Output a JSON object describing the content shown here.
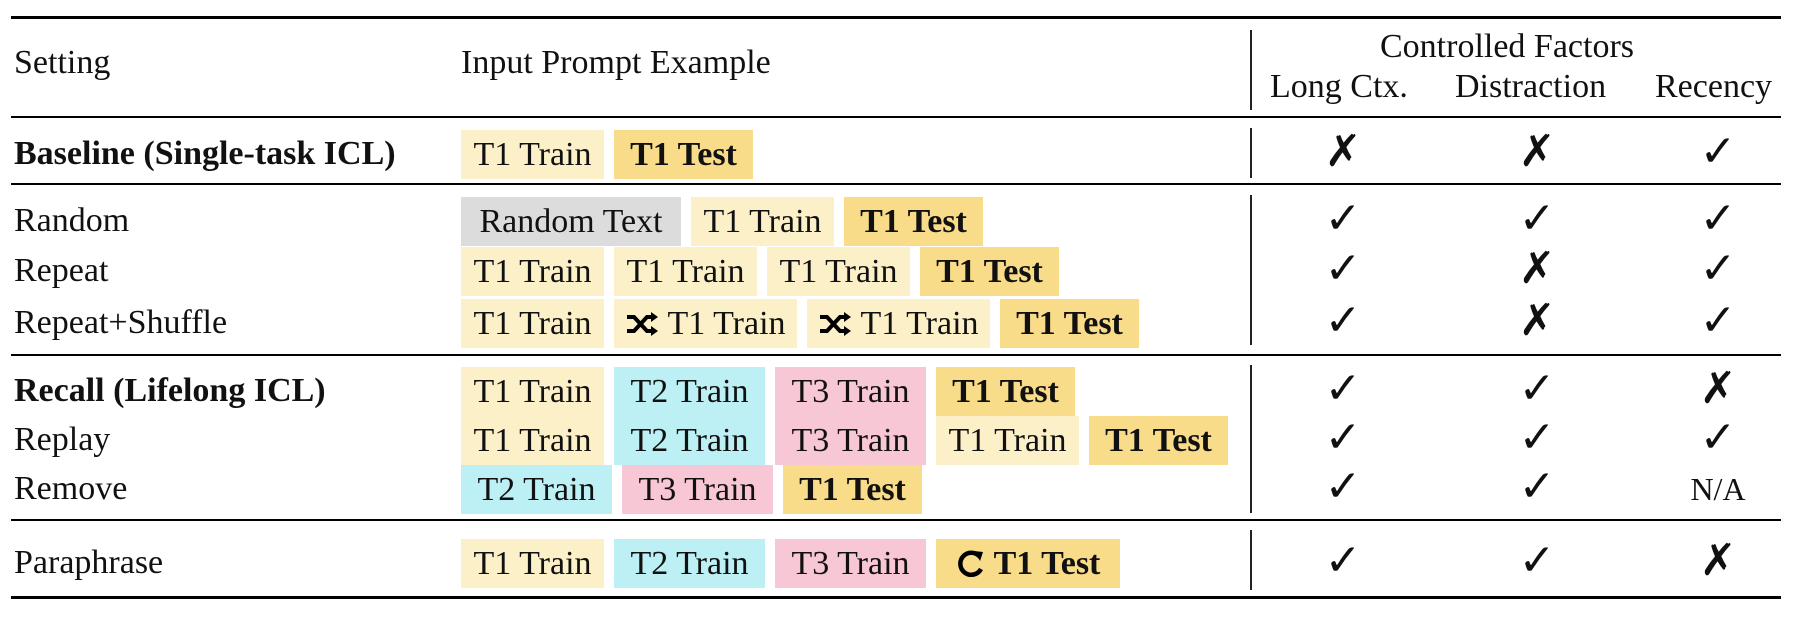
{
  "header": {
    "setting": "Setting",
    "prompt": "Input Prompt Example",
    "factors_group": "Controlled Factors",
    "long_ctx": "Long Ctx.",
    "distraction": "Distraction",
    "recency": "Recency"
  },
  "rows": [
    {
      "label": "Baseline (Single-task ICL)",
      "bold": true,
      "blocks": [
        {
          "text": "T1 Train",
          "kind": "train1"
        },
        {
          "text": "T1 Test",
          "kind": "test"
        }
      ],
      "marks": [
        "✗",
        "✗",
        "✓"
      ]
    },
    {
      "label": "Random",
      "bold": false,
      "blocks": [
        {
          "text": "Random Text",
          "kind": "random"
        },
        {
          "text": "T1 Train",
          "kind": "train1"
        },
        {
          "text": "T1 Test",
          "kind": "test"
        }
      ],
      "marks": [
        "✓",
        "✓",
        "✓"
      ]
    },
    {
      "label": "Repeat",
      "bold": false,
      "blocks": [
        {
          "text": "T1 Train",
          "kind": "train1"
        },
        {
          "text": "T1 Train",
          "kind": "train1"
        },
        {
          "text": "T1 Train",
          "kind": "train1"
        },
        {
          "text": "T1 Test",
          "kind": "test"
        }
      ],
      "marks": [
        "✓",
        "✗",
        "✓"
      ]
    },
    {
      "label": "Repeat+Shuffle",
      "bold": false,
      "blocks": [
        {
          "text": "T1 Train",
          "kind": "train1"
        },
        {
          "text": "T1 Train",
          "kind": "train1",
          "icon": "shuffle-icon"
        },
        {
          "text": "T1 Train",
          "kind": "train1",
          "icon": "shuffle-icon"
        },
        {
          "text": "T1 Test",
          "kind": "test"
        }
      ],
      "marks": [
        "✓",
        "✗",
        "✓"
      ]
    },
    {
      "label": "Recall (Lifelong ICL)",
      "bold": true,
      "blocks": [
        {
          "text": "T1 Train",
          "kind": "train1"
        },
        {
          "text": "T2 Train",
          "kind": "train2"
        },
        {
          "text": "T3 Train",
          "kind": "train3"
        },
        {
          "text": "T1 Test",
          "kind": "test"
        }
      ],
      "marks": [
        "✓",
        "✓",
        "✗"
      ]
    },
    {
      "label": "Replay",
      "bold": false,
      "blocks": [
        {
          "text": "T1 Train",
          "kind": "train1"
        },
        {
          "text": "T2 Train",
          "kind": "train2"
        },
        {
          "text": "T3 Train",
          "kind": "train3"
        },
        {
          "text": "T1 Train",
          "kind": "train1"
        },
        {
          "text": "T1 Test",
          "kind": "test"
        }
      ],
      "marks": [
        "✓",
        "✓",
        "✓"
      ]
    },
    {
      "label": "Remove",
      "bold": false,
      "blocks": [
        {
          "text": "T2 Train",
          "kind": "train2"
        },
        {
          "text": "T3 Train",
          "kind": "train3"
        },
        {
          "text": "T1 Test",
          "kind": "test"
        }
      ],
      "marks": [
        "✓",
        "✓",
        "N/A"
      ]
    },
    {
      "label": "Paraphrase",
      "bold": false,
      "blocks": [
        {
          "text": "T1 Train",
          "kind": "train1"
        },
        {
          "text": "T2 Train",
          "kind": "train2"
        },
        {
          "text": "T3 Train",
          "kind": "train3"
        },
        {
          "text": "T1 Test",
          "kind": "test",
          "icon": "paraphrase-icon"
        }
      ],
      "marks": [
        "✓",
        "✓",
        "✗"
      ]
    }
  ],
  "colors": {
    "train1": "#fcf0c8",
    "test": "#f8dc8a",
    "train2": "#bdf0f4",
    "train3": "#f8c7d6",
    "random": "#dcdcdc"
  }
}
